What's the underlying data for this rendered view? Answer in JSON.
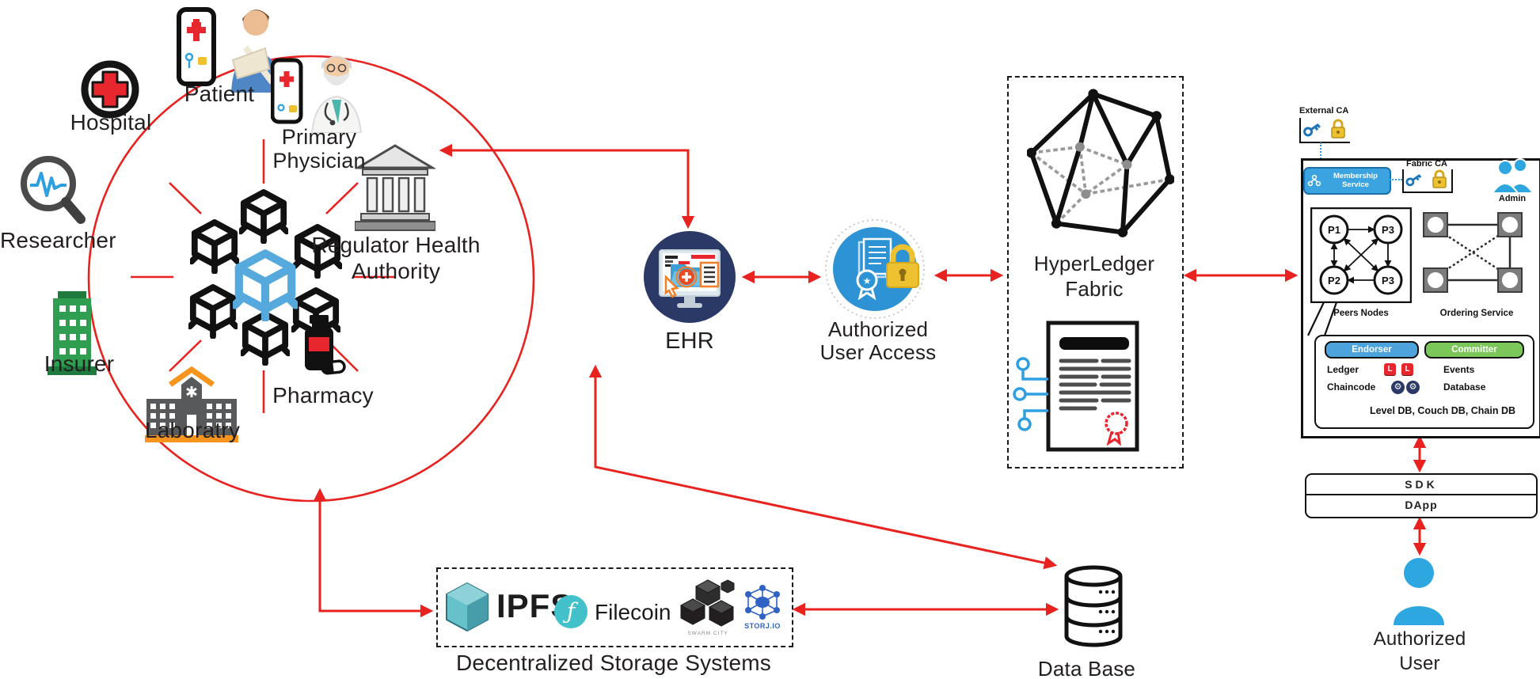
{
  "colors": {
    "arrow_red": "#e8231f",
    "brand_blue": "#2e9fe0",
    "navy": "#2b3966",
    "gold": "#edc12f",
    "endorser_blue": "#4da3dc",
    "committer_green": "#7cc75a",
    "ledger_red": "#e8262d",
    "insurer_green": "#2f9e50",
    "lab_orange": "#f7941d",
    "ipfs_teal": "#65c2cb",
    "filecoin_teal": "#42c1ca",
    "storj_blue": "#2f62c4"
  },
  "circle_network": {
    "members": [
      {
        "id": "patient",
        "label": [
          "Patient"
        ]
      },
      {
        "id": "primary-physician",
        "label": [
          "Primary",
          "Physician"
        ]
      },
      {
        "id": "hospital",
        "label": [
          "Hospital"
        ]
      },
      {
        "id": "researcher",
        "label": [
          "Researcher"
        ]
      },
      {
        "id": "insurer",
        "label": [
          "Insurer"
        ]
      },
      {
        "id": "laboratry",
        "label": [
          "Laboratry"
        ]
      },
      {
        "id": "pharmacy",
        "label": [
          "Pharmacy"
        ]
      },
      {
        "id": "regulator",
        "label": [
          "Regulator Health",
          "Authority"
        ]
      }
    ]
  },
  "ehr": {
    "label": "EHR"
  },
  "auth_access": {
    "label": [
      "Authorized",
      "User Access"
    ]
  },
  "hyperledger": {
    "label": [
      "HyperLedger",
      "Fabric"
    ]
  },
  "fabric_panel": {
    "external_ca": "External CA",
    "fabric_ca": "Fabric CA",
    "membership_service": [
      "Membership",
      "Service"
    ],
    "admin": "Admin",
    "peers": {
      "p1": "P1",
      "p3_top": "P3",
      "p2": "P2",
      "p3_bottom": "P3",
      "caption": "Peers Nodes"
    },
    "ordering_caption": "Ordering Service",
    "endorser": "Endorser",
    "committer": "Committer",
    "ledger": "Ledger",
    "ledger_badge": "L",
    "events": "Events",
    "chaincode": "Chaincode",
    "database": "Database",
    "db_list": "Level DB, Couch DB, Chain DB",
    "sdk": "SDK",
    "dapp": "DApp",
    "authorized_user": [
      "Authorized",
      "User"
    ]
  },
  "storage": {
    "caption": "Decentralized Storage Systems",
    "ipfs": "IPFS",
    "filecoin": "Filecoin",
    "swarm_caption": "SWARM CITY",
    "storj": "STORJ.IO"
  },
  "data_base": {
    "label": "Data Base"
  },
  "icons": {
    "glyphs": {
      "filecoin": "ƒ",
      "badge_star": "★",
      "gear": "⚙"
    }
  }
}
